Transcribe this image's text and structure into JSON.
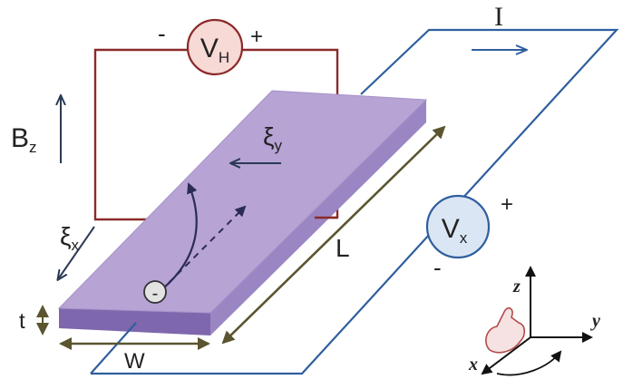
{
  "colors": {
    "circuit_hall": "#8a2a2a",
    "circuit_current": "#2f5f9e",
    "slab_top": "#b7a3d4",
    "slab_side": "#7e67ad",
    "vh_fill": "#f7d9d6",
    "vx_fill": "#dbe6f4",
    "dim_arrow": "#5a5530",
    "ink": "#222222",
    "hand": "#b44a4a"
  },
  "meter_vh": {
    "letter": "V",
    "subscript": "H",
    "minus": "-",
    "plus": "+"
  },
  "meter_vx": {
    "letter": "V",
    "subscript": "x",
    "minus": "-",
    "plus": "+"
  },
  "current_label": "I",
  "field": {
    "letter": "B",
    "subscript": "z"
  },
  "xi_y": {
    "letter": "ξ",
    "subscript": "y"
  },
  "xi_x": {
    "letter": "ξ",
    "subscript": "x"
  },
  "electron_sign": "-",
  "dims": {
    "length": "L",
    "width": "W",
    "thickness": "t"
  },
  "axes": {
    "x": "x",
    "y": "y",
    "z": "z"
  }
}
